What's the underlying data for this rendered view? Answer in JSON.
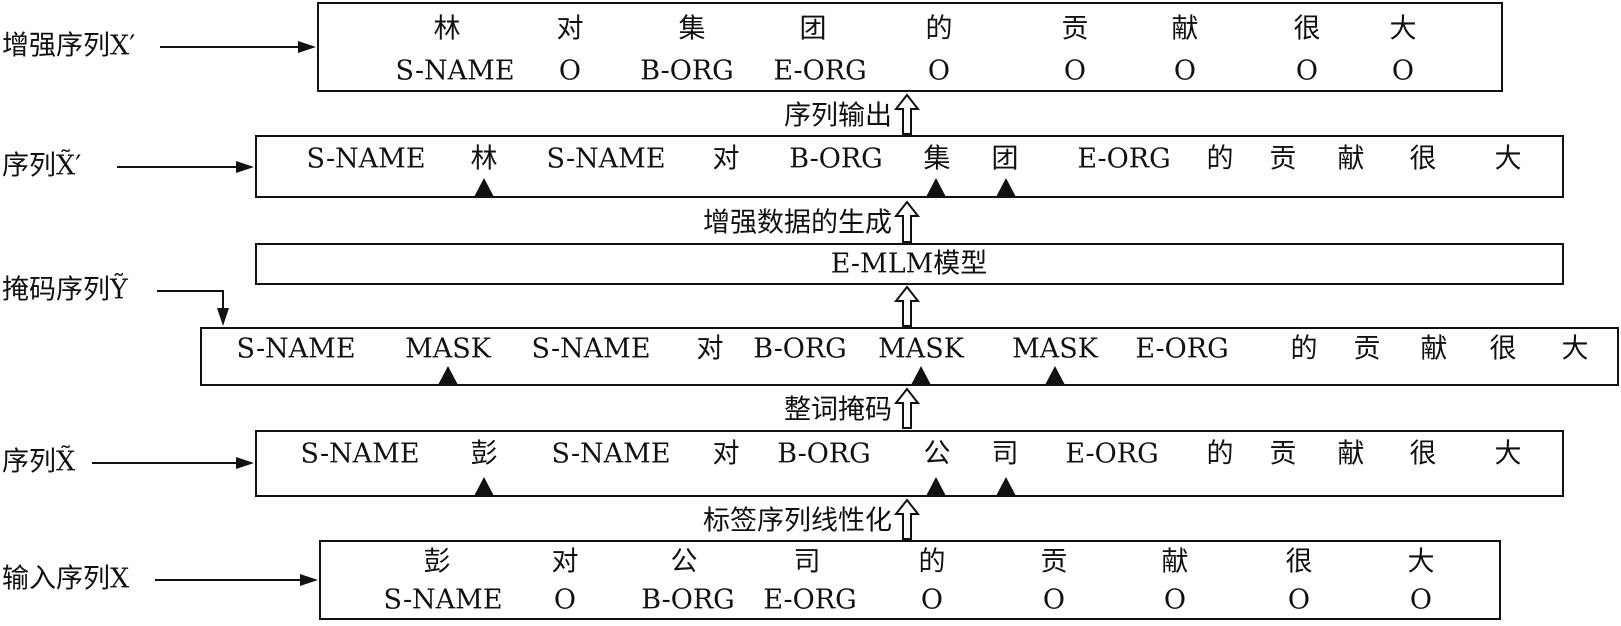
{
  "augmented_sequence": {
    "label": "增强序列X′",
    "chars": [
      "林",
      "对",
      "集",
      "团",
      "的",
      "贡",
      "献",
      "很",
      "大"
    ],
    "tags": [
      "S-NAME",
      "O",
      "B-ORG",
      "E-ORG",
      "O",
      "O",
      "O",
      "O",
      "O"
    ]
  },
  "step_output": "序列输出",
  "sequence_x_prime": {
    "label": "序列X̃′",
    "tokens": [
      "S-NAME",
      "林",
      "S-NAME",
      "对",
      "B-ORG",
      "集",
      "团",
      "E-ORG",
      "的",
      "贡",
      "献",
      "很",
      "大"
    ]
  },
  "step_generate": "增强数据的生成",
  "model": {
    "label": "E-MLM模型"
  },
  "masked_sequence": {
    "label": "掩码序列Ỹ",
    "tokens": [
      "S-NAME",
      "MASK",
      "S-NAME",
      "对",
      "B-ORG",
      "MASK",
      "MASK",
      "E-ORG",
      "的",
      "贡",
      "献",
      "很",
      "大"
    ]
  },
  "step_mask": "整词掩码",
  "sequence_x": {
    "label": "序列X̃",
    "tokens": [
      "S-NAME",
      "彭",
      "S-NAME",
      "对",
      "B-ORG",
      "公",
      "司",
      "E-ORG",
      "的",
      "贡",
      "献",
      "很",
      "大"
    ]
  },
  "step_linearize": "标签序列线性化",
  "input_sequence": {
    "label": "输入序列X",
    "chars": [
      "彭",
      "对",
      "公",
      "司",
      "的",
      "贡",
      "献",
      "很",
      "大"
    ],
    "tags": [
      "S-NAME",
      "O",
      "B-ORG",
      "E-ORG",
      "O",
      "O",
      "O",
      "O",
      "O"
    ]
  }
}
